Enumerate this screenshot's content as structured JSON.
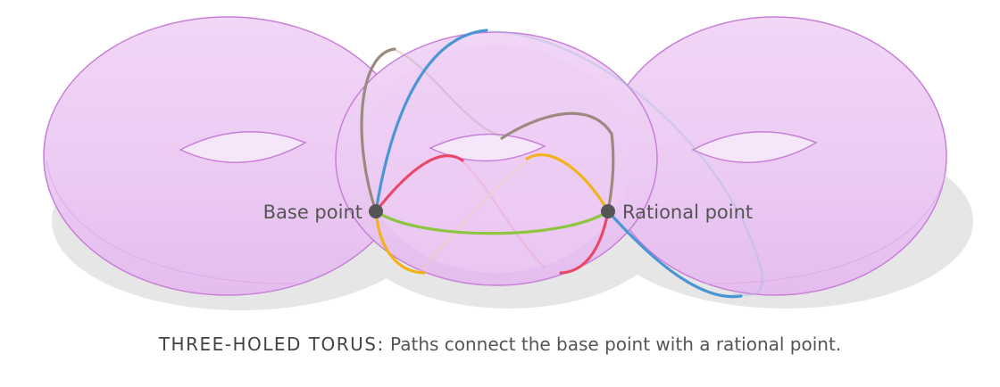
{
  "diagram": {
    "base_point_label": "Base point",
    "rational_point_label": "Rational point",
    "colors": {
      "torus_fill": "#eecdf4",
      "torus_edge": "#c476d6",
      "shadow": "#e4e4e4",
      "path_blue": "#4a95d4",
      "path_brown": "#9c8a80",
      "path_red": "#e8496a",
      "path_yellow": "#f2b21b",
      "path_green": "#8cc63f",
      "point": "#555555"
    },
    "paths": [
      "blue",
      "brown",
      "red",
      "yellow",
      "green"
    ]
  },
  "caption": {
    "lead": "THREE-HOLED TORUS:",
    "text": " Paths connect the base point with a rational point."
  }
}
